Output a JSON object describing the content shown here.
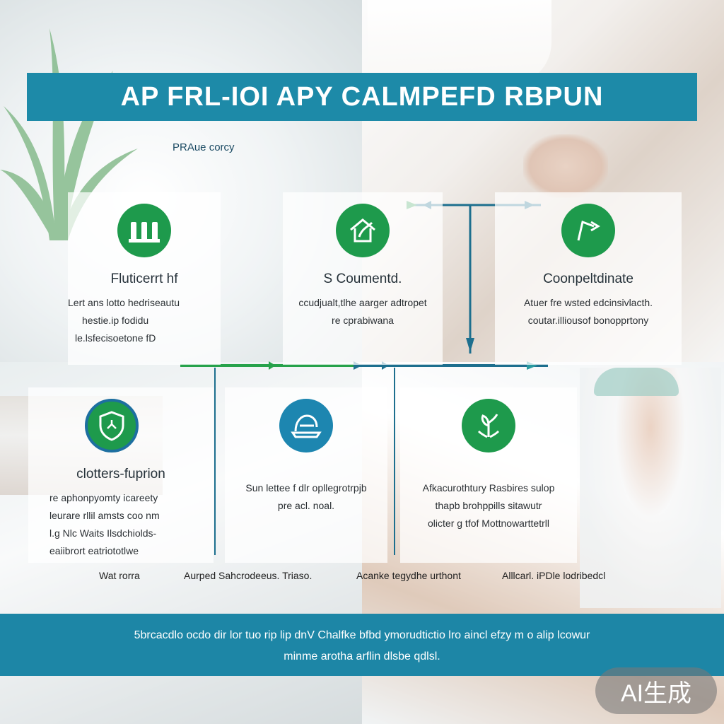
{
  "header": {
    "title": "AP FRL-IOI APY CALMPEFD RBPUN",
    "subtitle": "PRAue corcy"
  },
  "cards": [
    {
      "icon": "building-columns-icon",
      "heading": "Fluticerrt hf",
      "lines": [
        "Lert ans lotto hedriseautu",
        "hestie.ip fodidu",
        "le.lsfecisoetone fD"
      ]
    },
    {
      "icon": "leaf-house-icon",
      "heading": "S Coumentd.",
      "lines": [
        "ccudjualt,tlhe aarger adtropet",
        "re cprabiwana"
      ]
    },
    {
      "icon": "chart-trend-icon",
      "heading": "Coonpeltdinate",
      "lines": [
        "Atuer fre wsted edcinsivlacth.",
        "coutar.illiousof bonopprtony"
      ]
    },
    {
      "icon": "shield-icon",
      "heading": "clotters-fuprion",
      "lines": [
        "re aphonpyomty icareety",
        "leurare rllil amsts coo nm",
        "l.g Nlc Waits Ilsdchiolds-",
        "eaiibrort eatriototlwe"
      ]
    },
    {
      "icon": "helmet-icon",
      "heading": "",
      "lines": [
        "Sun lettee f dlr opllegrotrpjb",
        "pre acl. noal."
      ]
    },
    {
      "icon": "plant-hands-icon",
      "heading": "",
      "lines": [
        "Afkacurothtury Rasbires sulop",
        "thapb brohppills sitawutr",
        "olicter g tfof Mottnowarttetrll"
      ]
    }
  ],
  "footer": {
    "labels": [
      "Wat rorra",
      "Aurped Sahcrodeeus. Triaso.",
      "Acanke tegydhe urthont",
      "Alllcarl. iPDle lodribedcl"
    ],
    "band_line1": "5brcacdlo ocdo dir lor tuo rip lip dnV Chalfke bfbd ymorudtictio lro  aincl efzy m o alip lcowur",
    "band_line2": "minme arotha arflin dlsbe qdlsl.",
    "badge": "AI生成"
  },
  "colors": {
    "primary_blue": "#1d8aa8",
    "accent_green": "#1e9a4c",
    "band_blue": "#1d86a6"
  }
}
